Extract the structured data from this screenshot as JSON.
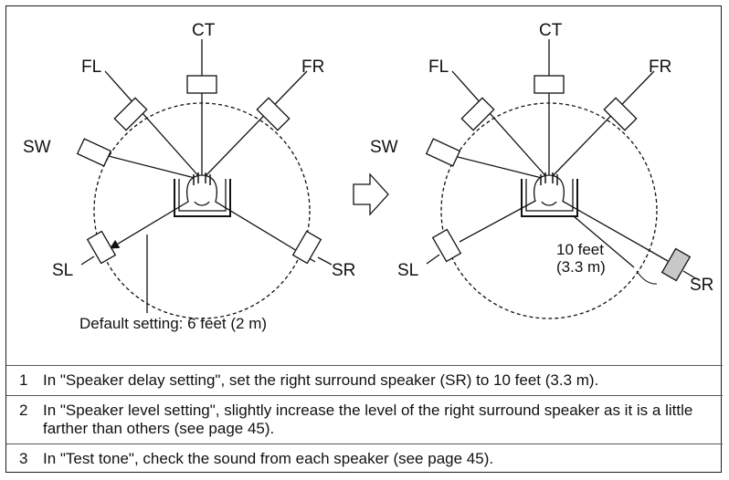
{
  "diagram": {
    "left": {
      "labels": {
        "ct": "CT",
        "fl": "FL",
        "fr": "FR",
        "sw": "SW",
        "sl": "SL",
        "sr": "SR"
      },
      "caption": "Default setting: 6 feet (2 m)"
    },
    "right": {
      "labels": {
        "ct": "CT",
        "fl": "FL",
        "fr": "FR",
        "sw": "SW",
        "sl": "SL",
        "sr": "SR"
      },
      "distance_line1": "10 feet",
      "distance_line2": "(3.3 m)"
    }
  },
  "steps": [
    {
      "num": "1",
      "text": "In \"Speaker delay setting\", set the right surround speaker (SR) to 10 feet (3.3 m)."
    },
    {
      "num": "2",
      "text": "In \"Speaker level setting\", slightly increase the level of the right surround speaker as it is a little farther than others (see page 45)."
    },
    {
      "num": "3",
      "text": "In \"Test tone\", check the sound from each speaker (see page 45)."
    }
  ],
  "colors": {
    "moved_speaker_fill": "#c8c8c8",
    "line": "#111111"
  }
}
